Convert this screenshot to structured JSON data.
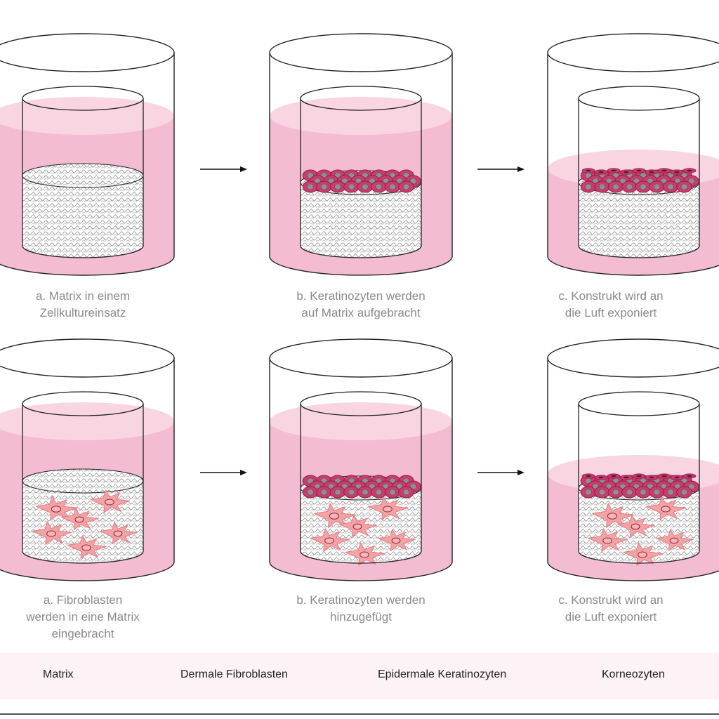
{
  "colors": {
    "medium_light": "#f9d5e2",
    "medium": "#f3bcd2",
    "fibroblast": "#f4a3a3",
    "fibroblast_outline": "#e27c86",
    "keratinocyte": "#cc3a6e",
    "keratinocyte_outline": "#8e1f48",
    "nucleus": "#909090",
    "caption_text": "#8a8a8a"
  },
  "rows": [
    {
      "steps": [
        {
          "caption": [
            "a. Matrix in einem",
            "Zellkultureinsatz"
          ],
          "layer": "none",
          "fibroblasts": false,
          "air_exposed": false
        },
        {
          "caption": [
            "b. Keratinozyten werden",
            "auf Matrix aufgebracht"
          ],
          "layer": "keratinocytes",
          "fibroblasts": false,
          "air_exposed": false
        },
        {
          "caption": [
            "c. Konstrukt wird an",
            "die Luft exponiert"
          ],
          "layer": "keratinocytes-corneocytes",
          "fibroblasts": false,
          "air_exposed": true
        }
      ]
    },
    {
      "steps": [
        {
          "caption": [
            "a. Fibroblasten",
            "werden in eine Matrix",
            "eingebracht"
          ],
          "layer": "none",
          "fibroblasts": true,
          "air_exposed": false
        },
        {
          "caption": [
            "b. Keratinozyten werden",
            "hinzugefügt"
          ],
          "layer": "keratinocytes",
          "fibroblasts": true,
          "air_exposed": false
        },
        {
          "caption": [
            "c. Konstrukt wird an",
            "die Luft exponiert"
          ],
          "layer": "keratinocytes-corneocytes",
          "fibroblasts": true,
          "air_exposed": true
        }
      ]
    }
  ],
  "legend": {
    "matrix": "Matrix",
    "fibroblasts": "Dermale Fibroblasten",
    "keratinocytes": "Epidermale Keratinozyten",
    "corneocytes": "Korneozyten"
  }
}
